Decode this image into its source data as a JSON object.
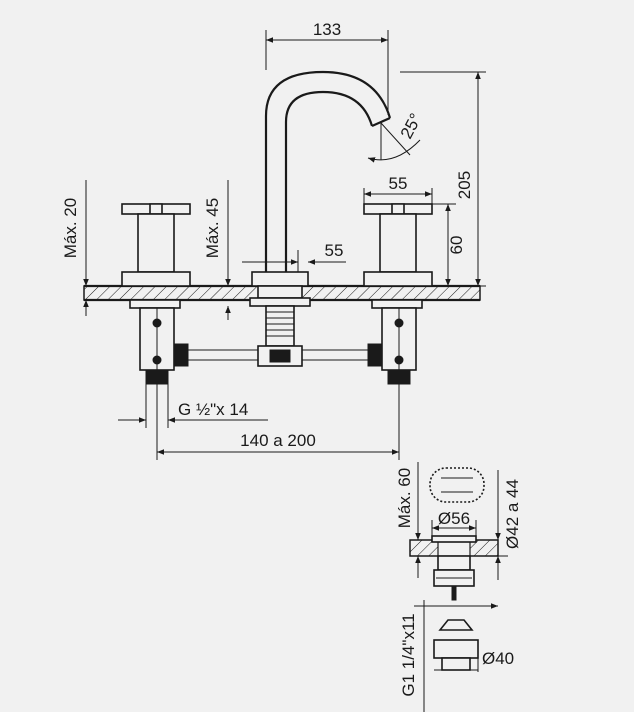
{
  "dimensions": {
    "spout_reach": "133",
    "spout_angle": "25°",
    "spout_height": "205",
    "handle_width": "55",
    "handle_height": "60",
    "base_width": "55",
    "max_left": "Máx. 20",
    "max_center": "Máx. 45",
    "thread_label": "G ½\"x 14",
    "spacing": "140 a 200",
    "drain_max": "Máx. 60",
    "drain_diameter": "Ø56",
    "drain_hole": "Ø42 a 44",
    "drain_thread": "G1 1/4\"x11",
    "drain_bottom": "Ø40"
  },
  "colors": {
    "background": "#f1f1f1",
    "line": "#1a1a1a"
  }
}
